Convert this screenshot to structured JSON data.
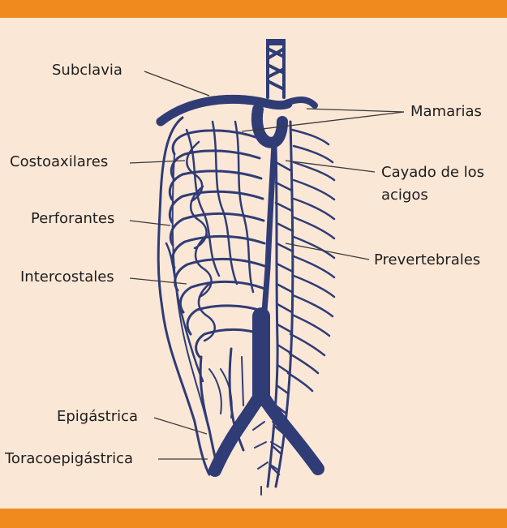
{
  "labels": {
    "subclavia": "Subclavia",
    "costoaxilares": "Costoaxilares",
    "perforantes": "Perforantes",
    "intercostales": "Intercostales",
    "epigastrica": "Epigástrica",
    "toracoepigastrica": "Toracoepigástrica",
    "mamarias": "Mamarias",
    "cayado_line1": "Cayado de los",
    "cayado_line2": "acigos",
    "prevertebrales": "Prevertebrales"
  },
  "colors": {
    "vein": "#2f3c76",
    "vein_light": "#3c4b8a",
    "background": "#fbe7d6",
    "frame_bar": "#f08a1f",
    "text": "#1e1e1e"
  }
}
